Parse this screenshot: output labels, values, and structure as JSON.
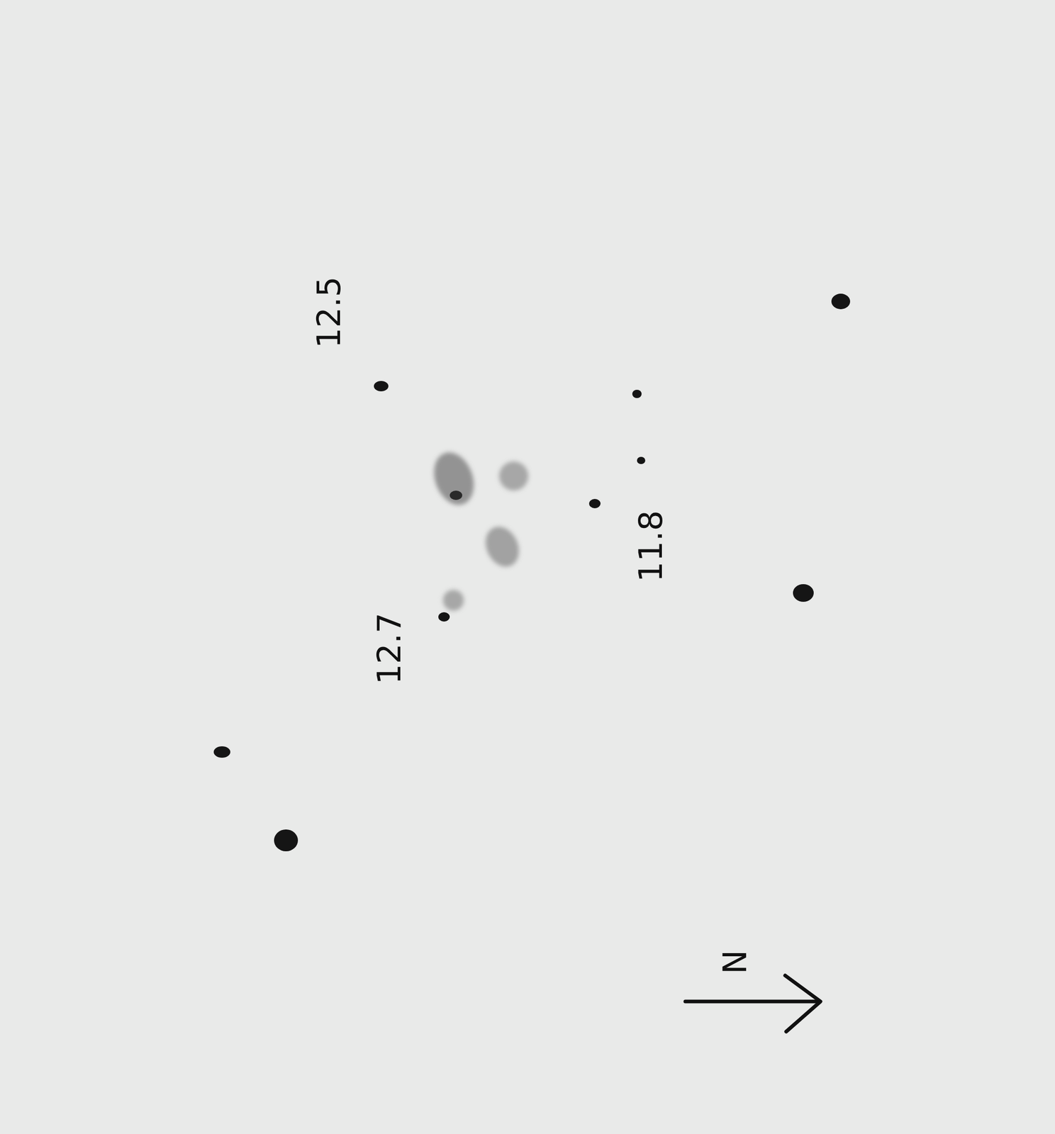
{
  "diagram": {
    "labels": [
      "12.5",
      "12.7",
      "11.8",
      "N"
    ]
  }
}
